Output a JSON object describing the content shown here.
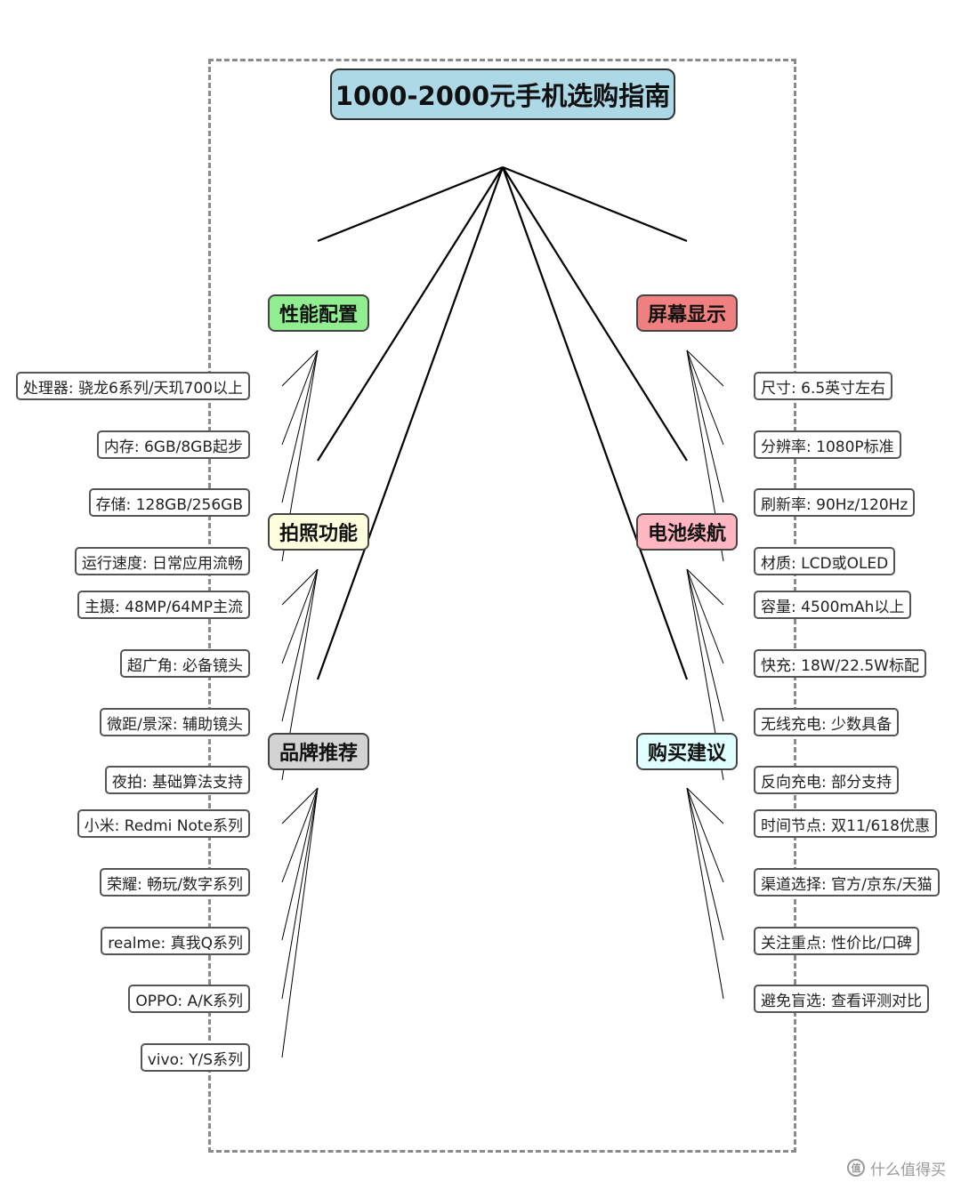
{
  "title": "1000-2000元手机选购指南",
  "categories": [
    {
      "label": "性能配置",
      "color": "#90ee90"
    },
    {
      "label": "屏幕显示",
      "color": "#f08080"
    },
    {
      "label": "拍照功能",
      "color": "#ffffe0"
    },
    {
      "label": "电池续航",
      "color": "#ffb6c1"
    },
    {
      "label": "品牌推荐",
      "color": "#d3d3d3"
    },
    {
      "label": "购买建议",
      "color": "#e0ffff"
    }
  ],
  "left_leaves": [
    "处理器: 骁龙6系列/天玑700以上",
    "内存: 6GB/8GB起步",
    "存储: 128GB/256GB",
    "运行速度: 日常应用流畅",
    "主摄: 48MP/64MP主流",
    "超广角: 必备镜头",
    "微距/景深: 辅助镜头",
    "夜拍: 基础算法支持",
    "小米: Redmi Note系列",
    "荣耀: 畅玩/数字系列",
    "realme: 真我Q系列",
    "OPPO: A/K系列",
    "vivo: Y/S系列"
  ],
  "right_leaves": [
    "尺寸: 6.5英寸左右",
    "分辨率: 1080P标准",
    "刷新率: 90Hz/120Hz",
    "材质: LCD或OLED",
    "容量: 4500mAh以上",
    "快充: 18W/22.5W标配",
    "无线充电: 少数具备",
    "反向充电: 部分支持",
    "时间节点: 双11/618优惠",
    "渠道选择: 官方/京东/天猫",
    "关注重点: 性价比/口碑",
    "避免盲选: 查看评测对比"
  ],
  "watermark": "什么值得买"
}
